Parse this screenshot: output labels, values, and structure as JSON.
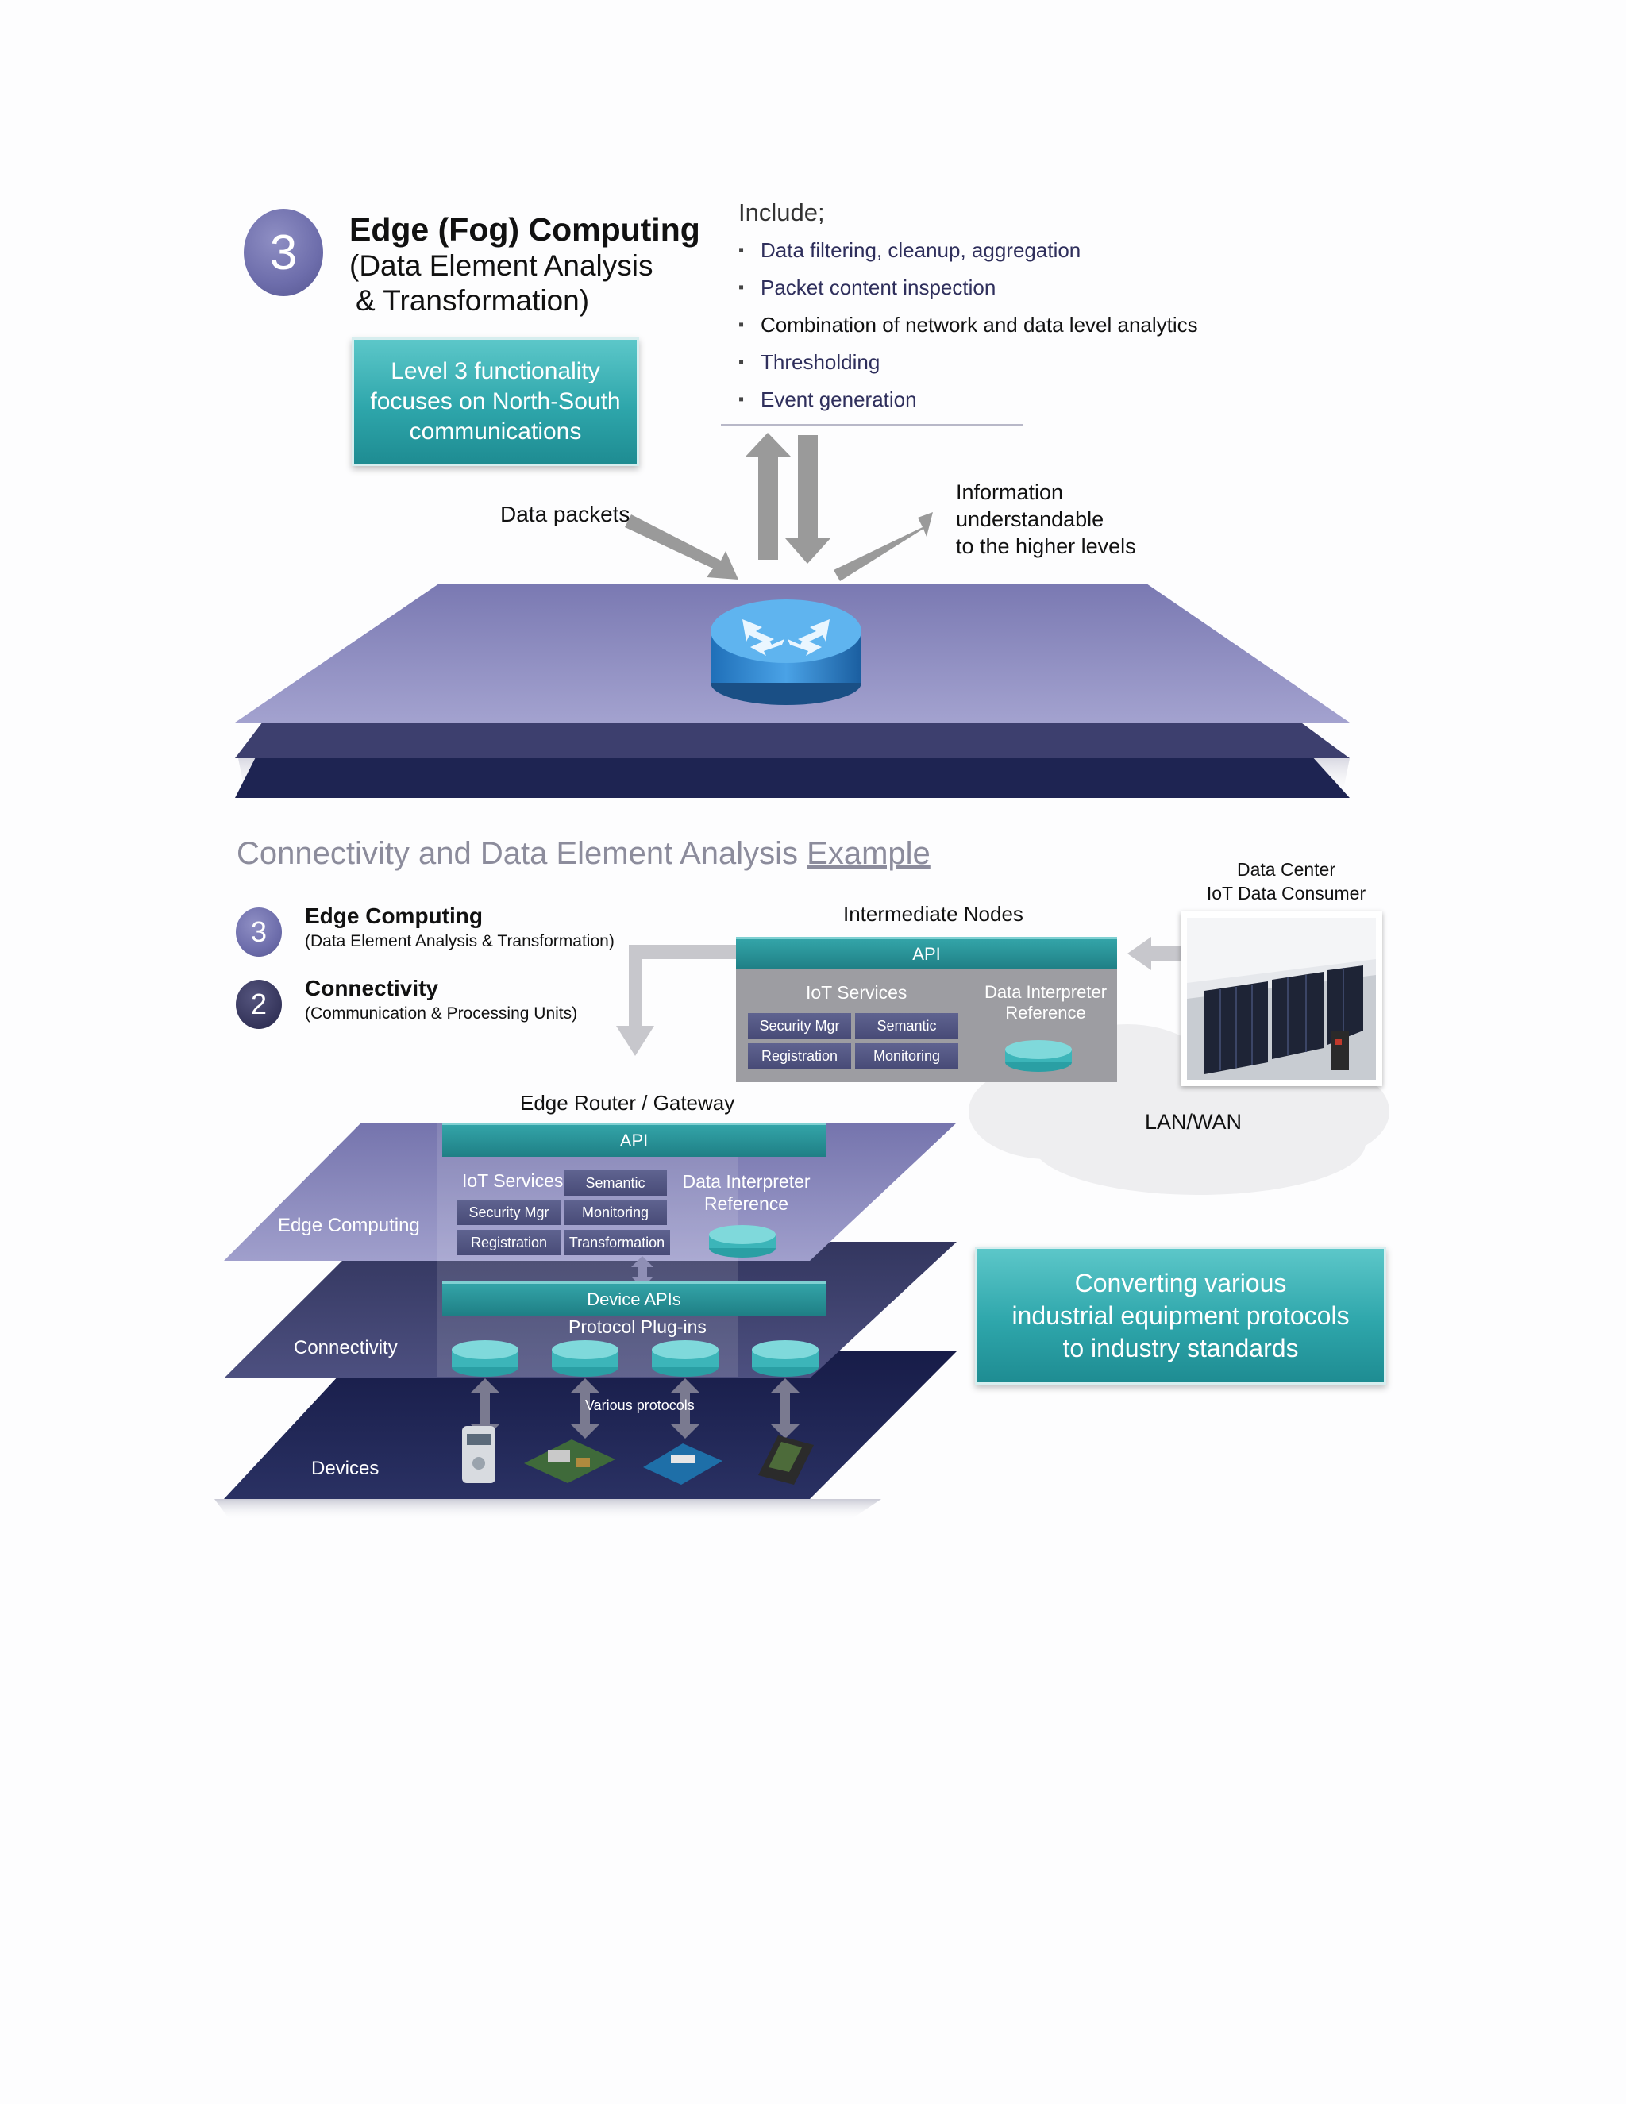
{
  "top": {
    "badge": "3",
    "title": "Edge (Fog) Computing",
    "subtitle_line1": "(Data Element Analysis",
    "subtitle_line2": "& Transformation)",
    "teal_box": [
      "Level 3 functionality",
      "focuses on North-South",
      "communications"
    ],
    "include_heading": "Include;",
    "include_items": [
      "Data filtering, cleanup, aggregation",
      "Packet content inspection",
      "Combination of network and data level analytics",
      "Thresholding",
      "Event generation"
    ],
    "data_packets": "Data packets",
    "info_label": [
      "Information",
      "understandable",
      "to the higher levels"
    ]
  },
  "bottom": {
    "title_prefix": "Connectivity and Data Element Analysis ",
    "title_link": "Example",
    "legend": [
      {
        "badge": "3",
        "title": "Edge Computing",
        "sub": "(Data Element Analysis & Transformation)"
      },
      {
        "badge": "2",
        "title": "Connectivity",
        "sub": "(Communication & Processing Units)"
      }
    ],
    "intermediate": {
      "title": "Intermediate Nodes",
      "api": "API",
      "iot_services": "IoT Services",
      "data_interpreter": [
        "Data Interpreter",
        "Reference"
      ],
      "cells": [
        "Security Mgr",
        "Semantic",
        "Registration",
        "Monitoring"
      ]
    },
    "data_center": [
      "Data Center",
      "IoT Data Consumer"
    ],
    "lan_wan": "LAN/WAN",
    "gateway": {
      "title": "Edge Router / Gateway",
      "api": "API",
      "iot_services": "IoT Services",
      "data_interpreter": [
        "Data Interpreter",
        "Reference"
      ],
      "cells": [
        "Semantic",
        "Security Mgr",
        "Monitoring",
        "Registration",
        "Transformation"
      ],
      "device_apis": "Device APIs",
      "protocol_plugins": "Protocol Plug-ins",
      "various_protocols": "Various protocols"
    },
    "layers": [
      "Edge Computing",
      "Connectivity",
      "Devices"
    ],
    "teal_box": [
      "Converting various",
      "industrial equipment protocols",
      "to industry standards"
    ]
  },
  "colors": {
    "teal": "#2ea6ab",
    "layer_top": "#8d8cc0",
    "layer_mid": "#3f4170",
    "layer_bottom": "#1f2552",
    "arrow_gray": "#9a9a9a"
  }
}
